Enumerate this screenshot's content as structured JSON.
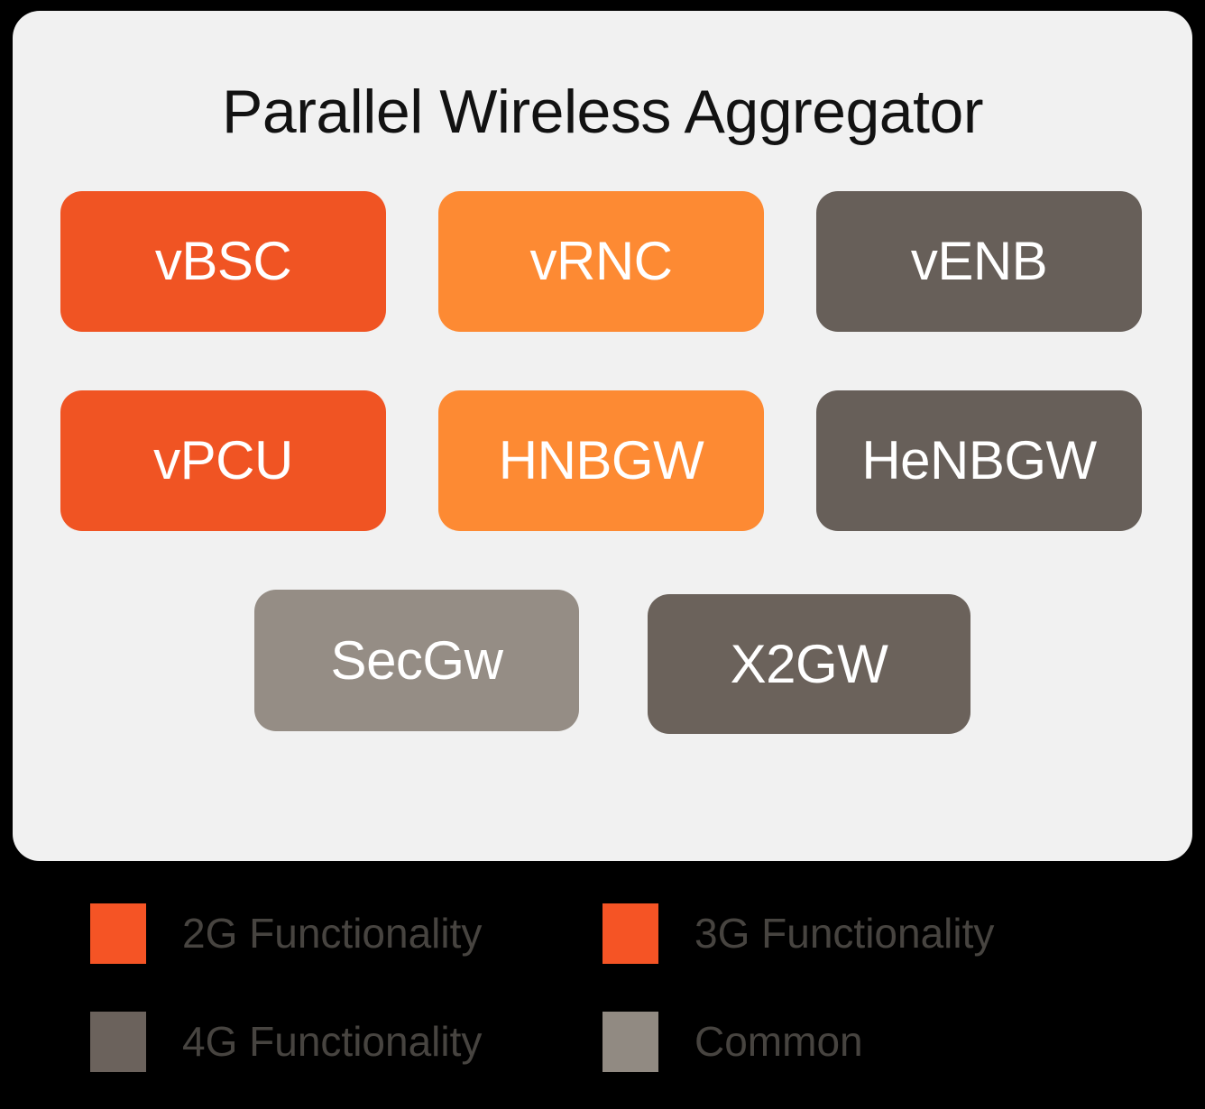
{
  "card": {
    "title": "Parallel Wireless Aggregator",
    "background_color": "#f1f1f1",
    "title_color": "#121212"
  },
  "page": {
    "background_color": "#000000"
  },
  "palette": {
    "2g": "#f05423",
    "3g": "#fd8a33",
    "4g": "#675f59",
    "4g_dark": "#6b625b",
    "common": "#958d85",
    "legend_2g": "#f55425",
    "legend_3g": "#f55425",
    "legend_4g": "#6b625c",
    "legend_common": "#918a82",
    "node_text": "#ffffff",
    "legend_text": "#474440"
  },
  "nodes": {
    "rows": [
      [
        {
          "label": "vBSC",
          "category": "2G",
          "color": "#f05423"
        },
        {
          "label": "vRNC",
          "category": "3G",
          "color": "#fd8a33"
        },
        {
          "label": "vENB",
          "category": "4G",
          "color": "#675f59"
        }
      ],
      [
        {
          "label": "vPCU",
          "category": "2G",
          "color": "#f05423"
        },
        {
          "label": "HNBGW",
          "category": "3G",
          "color": "#fd8a33"
        },
        {
          "label": "HeNBGW",
          "category": "4G",
          "color": "#675f59"
        }
      ],
      [
        {
          "label": "SecGw",
          "category": "Common",
          "color": "#958d85"
        },
        {
          "label": "X2GW",
          "category": "4G",
          "color": "#6b625b"
        }
      ]
    ]
  },
  "legend": {
    "items": [
      {
        "label": "2G Functionality",
        "color": "#f55425"
      },
      {
        "label": "3G Functionality",
        "color": "#f55425"
      },
      {
        "label": "4G Functionality",
        "color": "#6b625c"
      },
      {
        "label": "Common",
        "color": "#918a82"
      }
    ]
  }
}
